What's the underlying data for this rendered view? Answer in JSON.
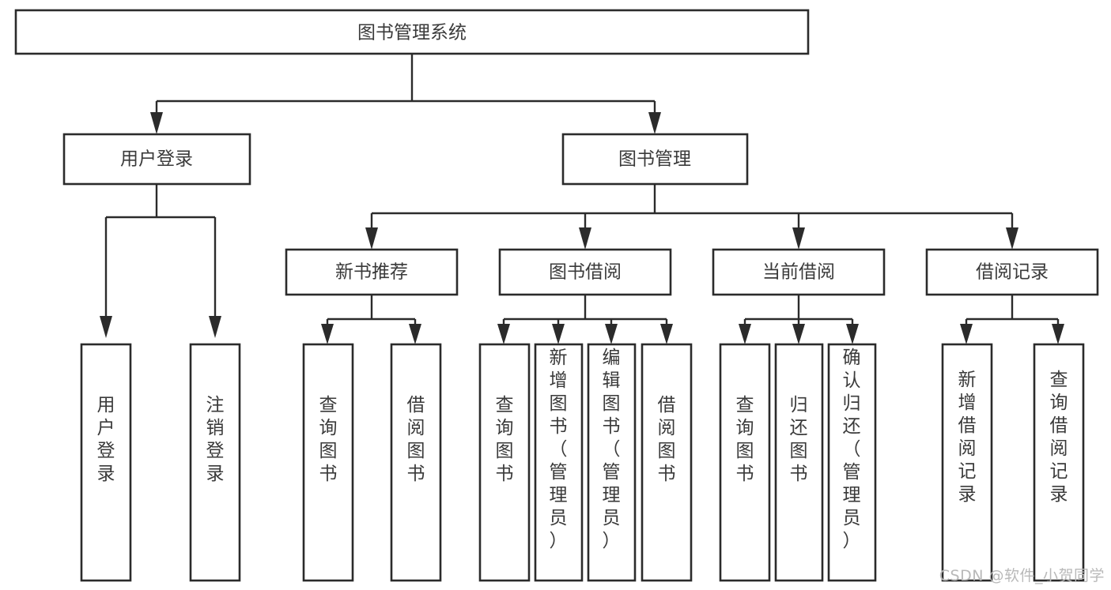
{
  "diagram": {
    "title_node": {
      "label": "图书管理系统"
    },
    "level2": [
      {
        "label": "用户登录"
      },
      {
        "label": "图书管理"
      }
    ],
    "level3": [
      {
        "label": "新书推荐"
      },
      {
        "label": "图书借阅"
      },
      {
        "label": "当前借阅"
      },
      {
        "label": "借阅记录"
      }
    ],
    "leaves": {
      "user_login": [
        {
          "label": "用户登录"
        },
        {
          "label": "注销登录"
        }
      ],
      "new_book_recommend": [
        {
          "label": "查询图书"
        },
        {
          "label": "借阅图书"
        }
      ],
      "book_borrow": [
        {
          "label": "查询图书"
        },
        {
          "label": "新增图书（管理员）"
        },
        {
          "label": "编辑图书（管理员）"
        },
        {
          "label": "借阅图书"
        }
      ],
      "current_borrow": [
        {
          "label": "查询图书"
        },
        {
          "label": "归还图书"
        },
        {
          "label": "确认归还（管理员）"
        }
      ],
      "borrow_records": [
        {
          "label": "新增借阅记录"
        },
        {
          "label": "查询借阅记录"
        }
      ]
    }
  },
  "watermark": {
    "text": "CSDN @软件_小贺同学"
  },
  "colors": {
    "stroke": "#2b2b2b",
    "box_fill": "#ffffff",
    "text": "#3a3a3a",
    "watermark": "#b9b9b9",
    "background": "#ffffff"
  }
}
